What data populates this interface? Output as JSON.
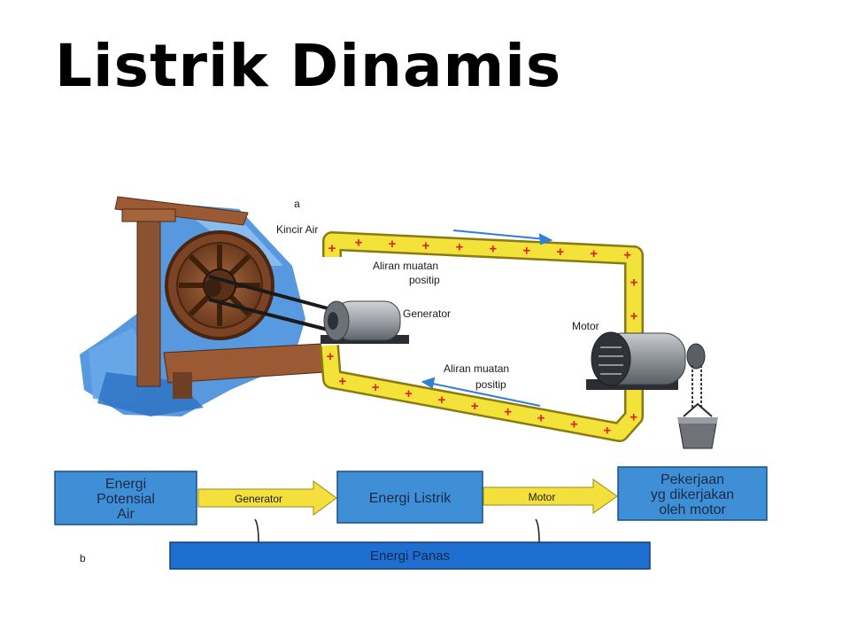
{
  "title": "Listrik Dinamis",
  "figure": {
    "label_a": "a",
    "label_b": "b",
    "kincir_air": "Kincir Air",
    "aliran_top_line1": "Aliran muatan",
    "aliran_top_line2": "positip",
    "generator": "Generator",
    "motor": "Motor",
    "aliran_bottom_line1": "Aliran muatan",
    "aliran_bottom_line2": "positip",
    "charge_symbol": "+"
  },
  "flow": {
    "box1_line1": "Energi",
    "box1_line2": "Potensial",
    "box1_line3": "Air",
    "arrow1": "Generator",
    "box2": "Energi Listrik",
    "arrow2": "Motor",
    "box3_line1": "Pekerjaan",
    "box3_line2": "yg dikerjakan",
    "box3_line3": "oleh motor",
    "bar": "Energi Panas"
  },
  "colors": {
    "wire": "#f2e23a",
    "wire_edge": "#8a7a10",
    "charge": "#e02020",
    "box": "#3f8fd6",
    "box_edge": "#1b4f8a",
    "bar": "#1f6fd0",
    "arrow_fill": "#f3e03c",
    "water": "#3a86d8",
    "wood": "#8a5232"
  }
}
